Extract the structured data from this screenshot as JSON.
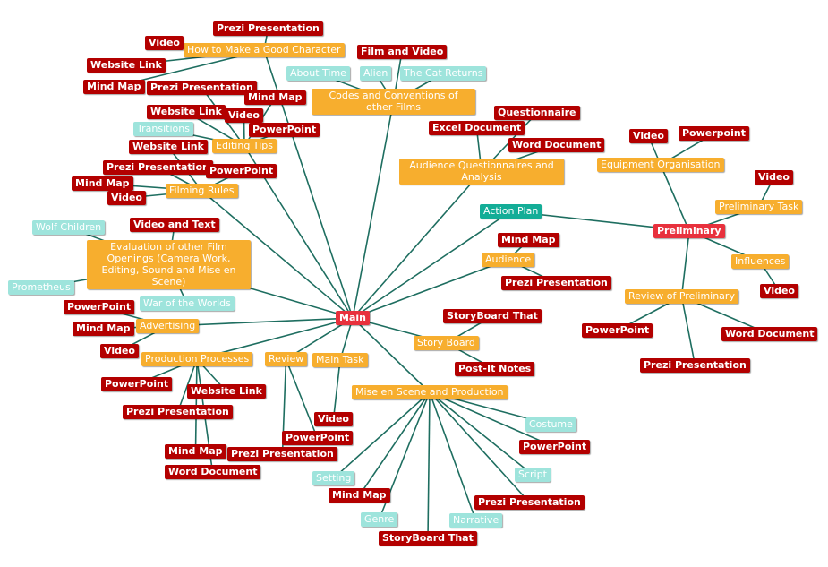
{
  "colors": {
    "line": "#1e6e60",
    "red": "#b30000",
    "orange": "#f7ae2e",
    "cyan": "#9ee4dc",
    "teal": "#13ad97",
    "root": "#e8313d"
  },
  "nodes": {
    "main": "Main",
    "how_to_make": "How to Make a Good Character",
    "hm_prezi": "Prezi Presentation",
    "hm_video": "Video",
    "hm_website": "Website Link",
    "hm_mindmap": "Mind Map",
    "codes": "Codes and Conventions of other Films",
    "cc_film_video": "Film and Video",
    "cc_about_time": "About Time",
    "cc_alien": "Alien",
    "cc_cat_returns": "The Cat Returns",
    "editing_tips": "Editing Tips",
    "et_prezi": "Prezi Presentation",
    "et_mindmap": "Mind Map",
    "et_website": "Website Link",
    "et_video": "Video",
    "et_transitions": "Transitions",
    "et_powerpoint": "PowerPoint",
    "filming_rules": "Filming Rules",
    "fr_website": "Website Link",
    "fr_prezi": "Prezi Presentation",
    "fr_powerpoint": "PowerPoint",
    "fr_mindmap": "Mind Map",
    "fr_video": "Video",
    "evaluation": "Evaluation of other Film Openings (Camera Work, Editing, Sound and Mise en Scene)",
    "ev_wolf": "Wolf Children",
    "ev_video_text": "Video and Text",
    "ev_prometheus": "Prometheus",
    "ev_war": "War of the Worlds",
    "advertising": "Advertising",
    "ad_powerpoint": "PowerPoint",
    "ad_mindmap": "Mind Map",
    "ad_video": "Video",
    "production": "Production Processes",
    "pp_powerpoint": "PowerPoint",
    "pp_website": "Website Link",
    "pp_prezi": "Prezi Presentation",
    "pp_mindmap": "Mind Map",
    "pp_word": "Word Document",
    "review": "Review",
    "rv_prezi": "Prezi Presentation",
    "rv_powerpoint": "PowerPoint",
    "main_task": "Main Task",
    "mt_video": "Video",
    "audience_q": "Audience Questionnaires and Analysis",
    "aq_questionnaire": "Questionnaire",
    "aq_excel": "Excel Document",
    "aq_word": "Word Document",
    "action_plan": "Action Plan",
    "audience": "Audience",
    "au_mindmap": "Mind Map",
    "au_prezi": "Prezi Presentation",
    "story_board": "Story Board",
    "sb_storyboard_that": "StoryBoard That",
    "sb_postit": "Post-It Notes",
    "mise": "Mise en Scene and Production",
    "ms_costume": "Costume",
    "ms_powerpoint": "PowerPoint",
    "ms_script": "Script",
    "ms_prezi": "Prezi Presentation",
    "ms_narrative": "Narrative",
    "ms_storyboard_that": "StoryBoard That",
    "ms_genre": "Genre",
    "ms_mindmap": "Mind Map",
    "ms_setting": "Setting",
    "preliminary": "Preliminary",
    "equipment": "Equipment Organisation",
    "eq_video": "Video",
    "eq_powerpoint": "Powerpoint",
    "prelim_task": "Preliminary Task",
    "pt_video": "Video",
    "influences": "Influences",
    "in_video": "Video",
    "review_prelim": "Review of Preliminary",
    "rp_powerpoint": "PowerPoint",
    "rp_prezi": "Prezi Presentation",
    "rp_word": "Word Document"
  }
}
